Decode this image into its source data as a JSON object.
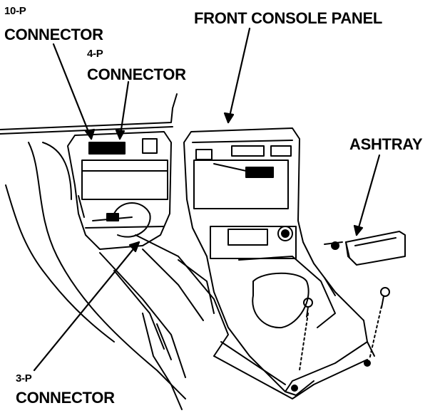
{
  "diagram": {
    "labels": {
      "connector_10p": {
        "line1": "10-P",
        "line2": "CONNECTOR"
      },
      "connector_4p": {
        "line1": "4-P",
        "line2": "CONNECTOR"
      },
      "front_console_panel": "FRONT CONSOLE PANEL",
      "ashtray": "ASHTRAY",
      "connector_3p": {
        "line1": "3-P",
        "line2": "CONNECTOR"
      }
    },
    "colors": {
      "ink": "#000000",
      "paper": "#ffffff"
    }
  }
}
